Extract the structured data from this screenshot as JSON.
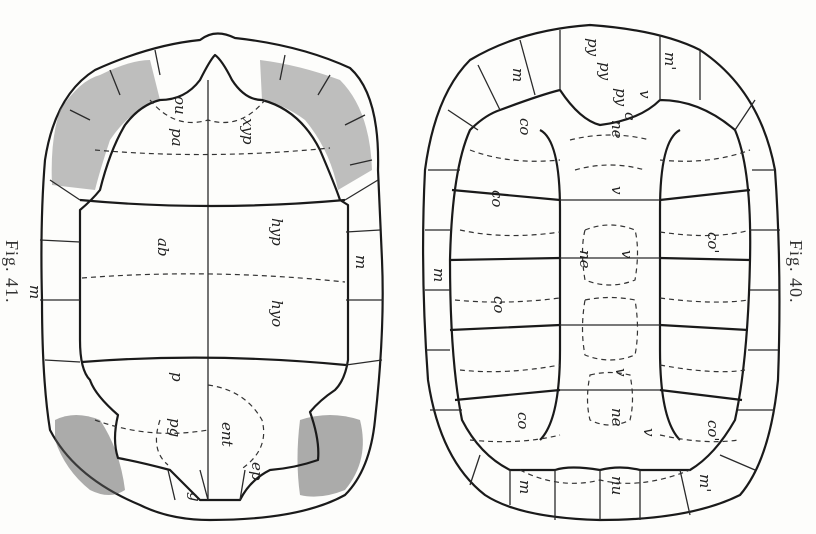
{
  "figures": {
    "fig41": {
      "caption": "Fig. 41.",
      "labels": {
        "ou": "ou",
        "pa": "pa",
        "xyp": "xyp",
        "hyp": "hyp",
        "ab": "ab",
        "hyo": "hyo",
        "m_left": "m",
        "m_right": "m",
        "p": "p",
        "pg": "pg",
        "ent": "ent",
        "ep": "ep",
        "g": "g"
      }
    },
    "fig40": {
      "caption": "Fig. 40.",
      "labels": {
        "py_top": "py",
        "py_2": "py",
        "py_3": "py",
        "m_tl": "m",
        "m_tr": "m'",
        "v_top": "v",
        "c_top": "c",
        "co_tl": "co",
        "ne_top": "ne",
        "v_2": "v",
        "co_l1": "co",
        "co_r1": "co'",
        "ne_mid": "ne",
        "v_mid": "v",
        "m_left": "m",
        "co_l2": "co",
        "v_low": "v",
        "co_l3": "co",
        "ne_low": "ne",
        "v_low2": "v",
        "co_r2": "co'",
        "m_bl": "m",
        "nu": "nu",
        "m_br": "m'"
      }
    }
  }
}
